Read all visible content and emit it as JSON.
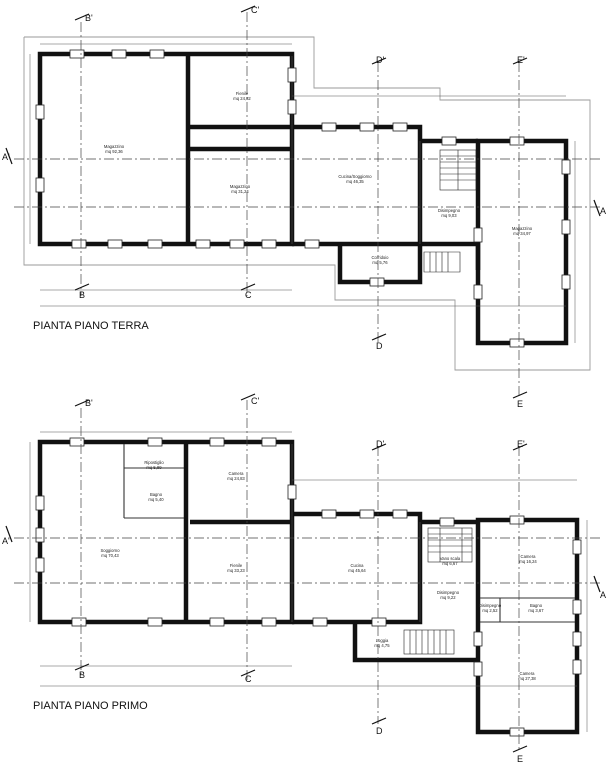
{
  "floors": [
    {
      "title": "PIANTA PIANO TERRA",
      "rooms": [
        {
          "name": "Magazzino",
          "area": "mq 92,36"
        },
        {
          "name": "Fienile",
          "area": "mq 24,82"
        },
        {
          "name": "Magazzino",
          "area": "mq 31,24"
        },
        {
          "name": "Cucina/Soggiorno",
          "area": "mq 46,35"
        },
        {
          "name": "Disimpegno",
          "area": "mq 9,03"
        },
        {
          "name": "Corridoio",
          "area": "mq 5,76"
        },
        {
          "name": "Magazzino",
          "area": "mq 34,97"
        }
      ]
    },
    {
      "title": "PIANTA PIANO PRIMO",
      "rooms": [
        {
          "name": "Ripostiglio",
          "area": "mq 5,89"
        },
        {
          "name": "Bagno",
          "area": "mq 5,40"
        },
        {
          "name": "Soggiorno",
          "area": "mq 70,43"
        },
        {
          "name": "Camera",
          "area": "mq 24,83"
        },
        {
          "name": "Fienile",
          "area": "mq 33,23"
        },
        {
          "name": "Cucina",
          "area": "mq 45,64"
        },
        {
          "name": "Loggia",
          "area": "mq 4,75"
        },
        {
          "name": "Vano scala",
          "area": "mq 6,67"
        },
        {
          "name": "Disimpegno",
          "area": "mq 9,22"
        },
        {
          "name": "Camera",
          "area": "mq 16,24"
        },
        {
          "name": "Disimpegno",
          "area": "mq 2,52"
        },
        {
          "name": "Bagno",
          "area": "mq 3,67"
        },
        {
          "name": "Camera",
          "area": "mq 27,38"
        }
      ]
    }
  ],
  "section_marks": [
    {
      "letter": "A",
      "primed": "A'"
    },
    {
      "letter": "B",
      "primed": "B'"
    },
    {
      "letter": "C",
      "primed": "C'"
    },
    {
      "letter": "D",
      "primed": "D'"
    },
    {
      "letter": "E",
      "primed": "E'"
    }
  ],
  "colors": {
    "ink": "#111111",
    "outline": "#9a9a9a",
    "background": "#ffffff"
  }
}
